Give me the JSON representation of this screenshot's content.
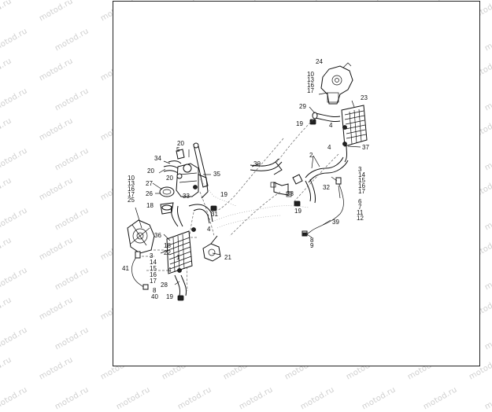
{
  "watermark": "motod.ru",
  "callouts": [
    {
      "id": "c24",
      "text": "24"
    },
    {
      "id": "c10a",
      "text": "10"
    },
    {
      "id": "c13a",
      "text": "13"
    },
    {
      "id": "c16a",
      "text": "16"
    },
    {
      "id": "c17a",
      "text": "17"
    },
    {
      "id": "c23",
      "text": "23"
    },
    {
      "id": "c29",
      "text": "29"
    },
    {
      "id": "c19a",
      "text": "19"
    },
    {
      "id": "c4a",
      "text": "4"
    },
    {
      "id": "c4b",
      "text": "4"
    },
    {
      "id": "c37",
      "text": "37"
    },
    {
      "id": "c20a",
      "text": "20"
    },
    {
      "id": "c5",
      "text": "5"
    },
    {
      "id": "c34",
      "text": "34"
    },
    {
      "id": "c20b",
      "text": "20"
    },
    {
      "id": "c20c",
      "text": "20"
    },
    {
      "id": "c35",
      "text": "35"
    },
    {
      "id": "c30",
      "text": "30"
    },
    {
      "id": "c2",
      "text": "2"
    },
    {
      "id": "c3a",
      "text": "3"
    },
    {
      "id": "c14a",
      "text": "14"
    },
    {
      "id": "c15a",
      "text": "15"
    },
    {
      "id": "c16b",
      "text": "16"
    },
    {
      "id": "c17b",
      "text": "17"
    },
    {
      "id": "c10b",
      "text": "10"
    },
    {
      "id": "c13b",
      "text": "13"
    },
    {
      "id": "c16c",
      "text": "16"
    },
    {
      "id": "c17c",
      "text": "17"
    },
    {
      "id": "c25",
      "text": "25"
    },
    {
      "id": "c27",
      "text": "27"
    },
    {
      "id": "c26",
      "text": "26"
    },
    {
      "id": "c33",
      "text": "33"
    },
    {
      "id": "c19b",
      "text": "19"
    },
    {
      "id": "c38",
      "text": "38"
    },
    {
      "id": "c32",
      "text": "32"
    },
    {
      "id": "c19c",
      "text": "19"
    },
    {
      "id": "c6",
      "text": "6"
    },
    {
      "id": "c7",
      "text": "7"
    },
    {
      "id": "c11",
      "text": "11"
    },
    {
      "id": "c12",
      "text": "12"
    },
    {
      "id": "c18a",
      "text": "18"
    },
    {
      "id": "c31",
      "text": "31"
    },
    {
      "id": "c4c",
      "text": "4"
    },
    {
      "id": "c39",
      "text": "39"
    },
    {
      "id": "c36",
      "text": "36"
    },
    {
      "id": "c18b",
      "text": "18"
    },
    {
      "id": "c22",
      "text": "22"
    },
    {
      "id": "c8a",
      "text": "8"
    },
    {
      "id": "c9",
      "text": "9"
    },
    {
      "id": "c1",
      "text": "1"
    },
    {
      "id": "c21",
      "text": "21"
    },
    {
      "id": "c3b",
      "text": "3"
    },
    {
      "id": "c14b",
      "text": "14"
    },
    {
      "id": "c15b",
      "text": "15"
    },
    {
      "id": "c16d",
      "text": "16"
    },
    {
      "id": "c17d",
      "text": "17"
    },
    {
      "id": "c41",
      "text": "41"
    },
    {
      "id": "c4d",
      "text": "4"
    },
    {
      "id": "c28",
      "text": "28"
    },
    {
      "id": "c8b",
      "text": "8"
    },
    {
      "id": "c40",
      "text": "40"
    },
    {
      "id": "c19d",
      "text": "19"
    }
  ]
}
